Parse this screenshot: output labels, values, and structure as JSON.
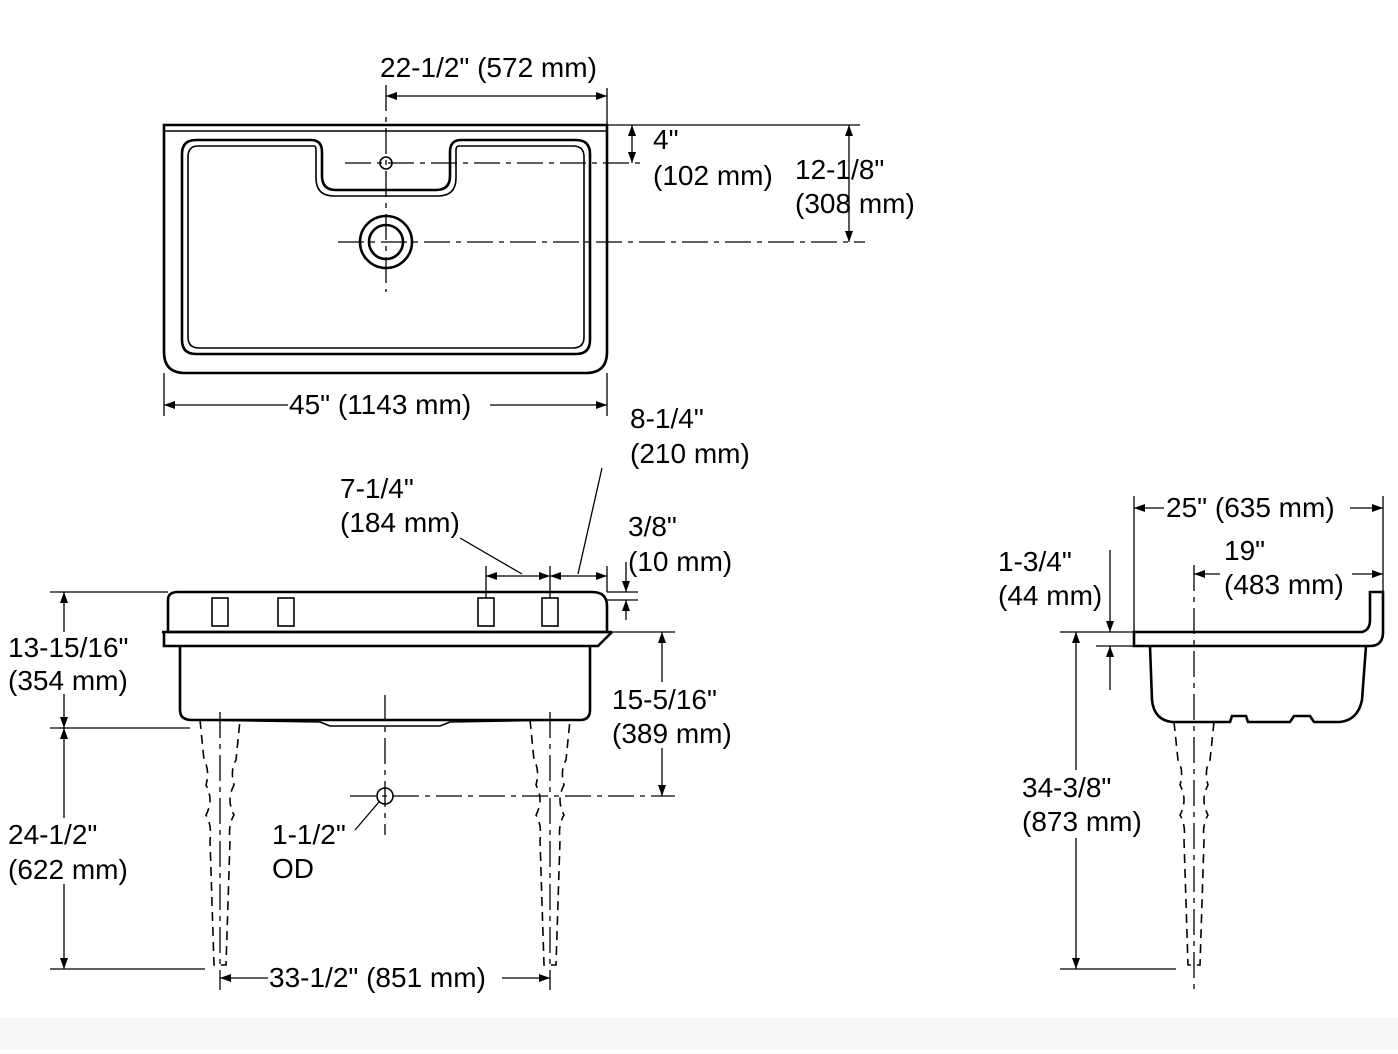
{
  "top_view": {
    "drain_offset": "22-1/2\" (572 mm)",
    "width": "45\" (1143 mm)",
    "faucet_depth_line1": "4\"",
    "faucet_depth_line2": "(102 mm)",
    "drain_depth_line1": "12-1/8\"",
    "drain_depth_line2": "(308 mm)"
  },
  "front_view": {
    "overall_height_line1": "13-15/16\"",
    "overall_height_line2": "(354 mm)",
    "leg_height_line1": "24-1/2\"",
    "leg_height_line2": "(622 mm)",
    "hole_spacing_line1": "7-1/4\"",
    "hole_spacing_line2": "(184 mm)",
    "hole_edge_line1": "8-1/4\"",
    "hole_edge_line2": "(210 mm)",
    "rim_thickness_line1": "3/8\"",
    "rim_thickness_line2": "(10 mm)",
    "drain_height_line1": "15-5/16\"",
    "drain_height_line2": "(389 mm)",
    "drain_od_line1": "1-1/2\"",
    "drain_od_line2": "OD",
    "leg_spacing": "33-1/2\" (851 mm)"
  },
  "side_view": {
    "depth": "25\" (635 mm)",
    "leg_setback_line1": "19\"",
    "leg_setback_line2": "(483 mm)",
    "rim_line1": "1-3/4\"",
    "rim_line2": "(44 mm)",
    "floor_to_rim_line1": "34-3/8\"",
    "floor_to_rim_line2": "(873 mm)"
  }
}
